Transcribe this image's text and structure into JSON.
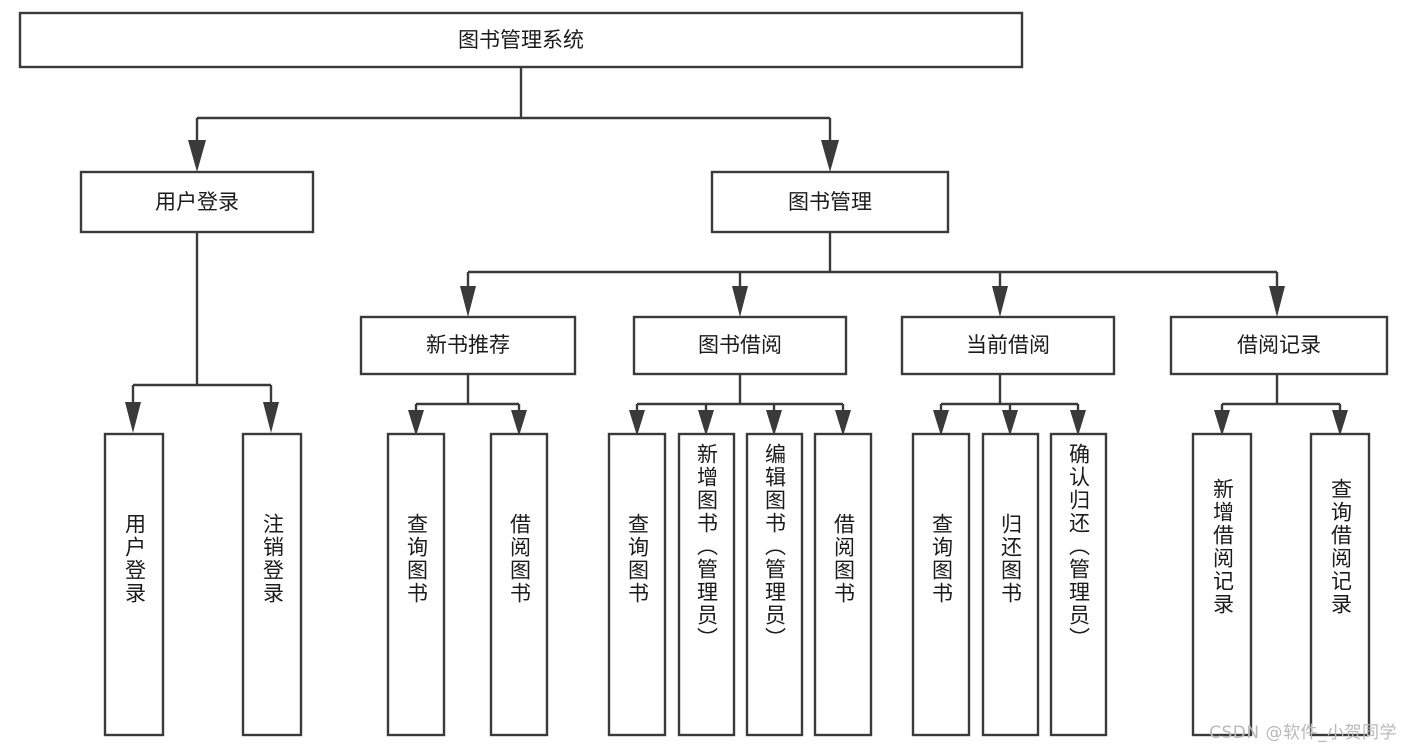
{
  "diagram": {
    "title": "图书管理系统",
    "type": "tree-hierarchy-chart",
    "colors": {
      "box_stroke": "#3a3a3a",
      "box_fill": "#ffffff",
      "text": "#1b1b1b",
      "connector": "#3a3a3a",
      "watermark": "#b9b9b9",
      "background": "#ffffff"
    },
    "level1": {
      "root": {
        "label": "图书管理系统"
      }
    },
    "level2": [
      {
        "label": "用户登录"
      },
      {
        "label": "图书管理"
      }
    ],
    "level3": [
      {
        "label": "新书推荐"
      },
      {
        "label": "图书借阅"
      },
      {
        "label": "当前借阅"
      },
      {
        "label": "借阅记录"
      }
    ],
    "leaves": {
      "user_login": [
        {
          "label": "用户登录"
        },
        {
          "label": "注销登录"
        }
      ],
      "new_book_recommend": [
        {
          "label": "查询图书"
        },
        {
          "label": "借阅图书"
        }
      ],
      "book_borrow": [
        {
          "label": "查询图书"
        },
        {
          "label": "新增图书（管理员）"
        },
        {
          "label": "编辑图书（管理员）"
        },
        {
          "label": "借阅图书"
        }
      ],
      "current_borrow": [
        {
          "label": "查询图书"
        },
        {
          "label": "归还图书"
        },
        {
          "label": "确认归还（管理员）"
        }
      ],
      "borrow_record": [
        {
          "label": "新增借阅记录"
        },
        {
          "label": "查询借阅记录"
        }
      ]
    }
  },
  "watermark": {
    "text": "CSDN @软件_小贺同学"
  }
}
